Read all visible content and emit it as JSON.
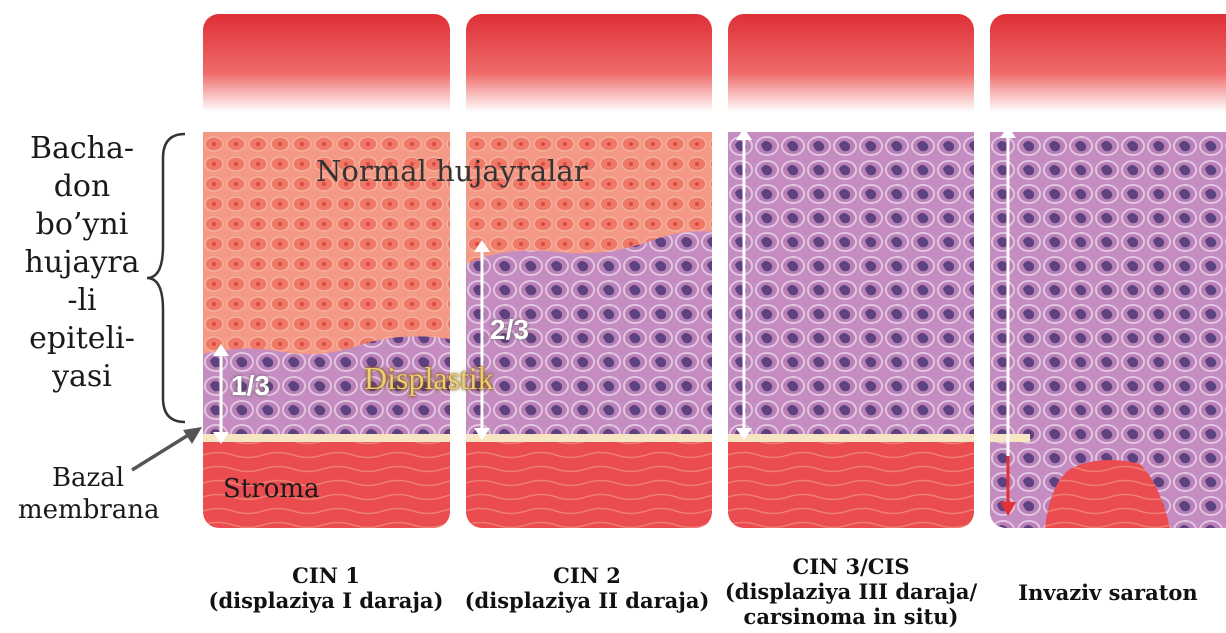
{
  "left_label": [
    "Bacha-",
    "don",
    "bo’yni",
    "hujayra",
    "-li",
    "epiteli-",
    "yasi"
  ],
  "bazal_label": [
    "Bazal",
    "membrana"
  ],
  "normal_label": "Normal hujayralar",
  "displastik_label": "Displastik",
  "stroma_label": "Stroma",
  "fraction_1": "1/3",
  "fraction_2": "2/3",
  "panels": [
    {
      "caption_lines": [
        "CIN 1",
        "(displaziya I daraja)"
      ]
    },
    {
      "caption_lines": [
        "CIN 2",
        "(displaziya II daraja)"
      ]
    },
    {
      "caption_lines": [
        "CIN 3/CIS",
        "(displaziya III daraja/",
        "carsinoma in situ)"
      ]
    },
    {
      "caption_lines": [
        "Invaziv saraton"
      ]
    }
  ],
  "colors": {
    "surface_red": "#e2373d",
    "normal_cells": "#f28a78",
    "dysplastic_cells": "#b77cb0",
    "nucleus_dark": "#5a3f7e",
    "stroma": "#ea4c4f",
    "membrane": "#f6e6c4",
    "label_gold": "#e8d073"
  }
}
